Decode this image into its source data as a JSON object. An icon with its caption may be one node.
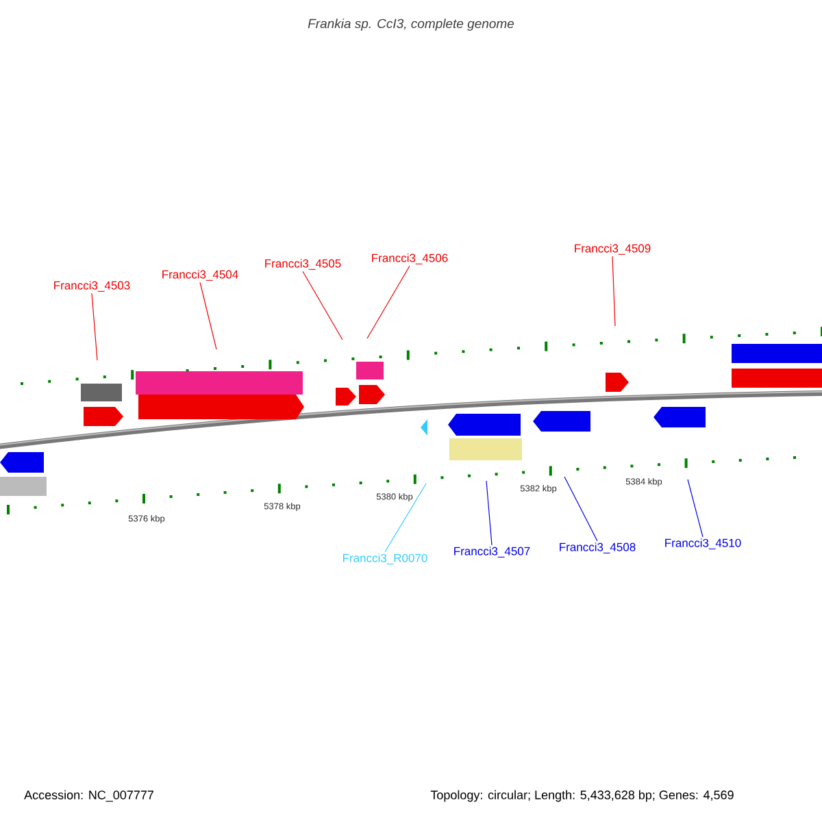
{
  "diagram": {
    "title": "Frankia sp. CcI3, complete genome",
    "nodes": [
      {
        "text": [
          "Francci3_4503"
        ]
      },
      {
        "text": [
          "Francci3_4504"
        ]
      },
      {
        "text": [
          "Francci3_4505"
        ]
      },
      {
        "text": [
          "Francci3_4506"
        ]
      },
      {
        "text": [
          "Francci3_4509"
        ]
      },
      {
        "text": [
          "Francci3_R0070"
        ]
      },
      {
        "text": [
          "Francci3_4507"
        ]
      },
      {
        "text": [
          "Francci3_4508"
        ]
      },
      {
        "text": [
          "Francci3_4510"
        ]
      }
    ],
    "edges": [
      {
        "from": 0,
        "to": null,
        "arrow": "none"
      },
      {
        "from": 1,
        "to": null,
        "arrow": "none"
      },
      {
        "from": 2,
        "to": null,
        "arrow": "none"
      },
      {
        "from": 3,
        "to": null,
        "arrow": "none"
      },
      {
        "from": 4,
        "to": null,
        "arrow": "none"
      },
      {
        "from": 5,
        "to": null,
        "arrow": "none",
        "color": "#33ccff"
      },
      {
        "from": 6,
        "to": null,
        "arrow": "none",
        "color": "#0000ee"
      },
      {
        "from": 7,
        "to": null,
        "arrow": "none",
        "color": "#0000ee"
      },
      {
        "from": 8,
        "to": null,
        "arrow": "none",
        "color": "#0000ee"
      }
    ],
    "labels": [
      "5376 kbp",
      "5378 kbp",
      "5380 kbp",
      "5382 kbp",
      "5384 kbp",
      "Accession: NC_007777",
      "Topology: circular; Length: 5,433,628 bp; Genes: 4,569"
    ]
  }
}
